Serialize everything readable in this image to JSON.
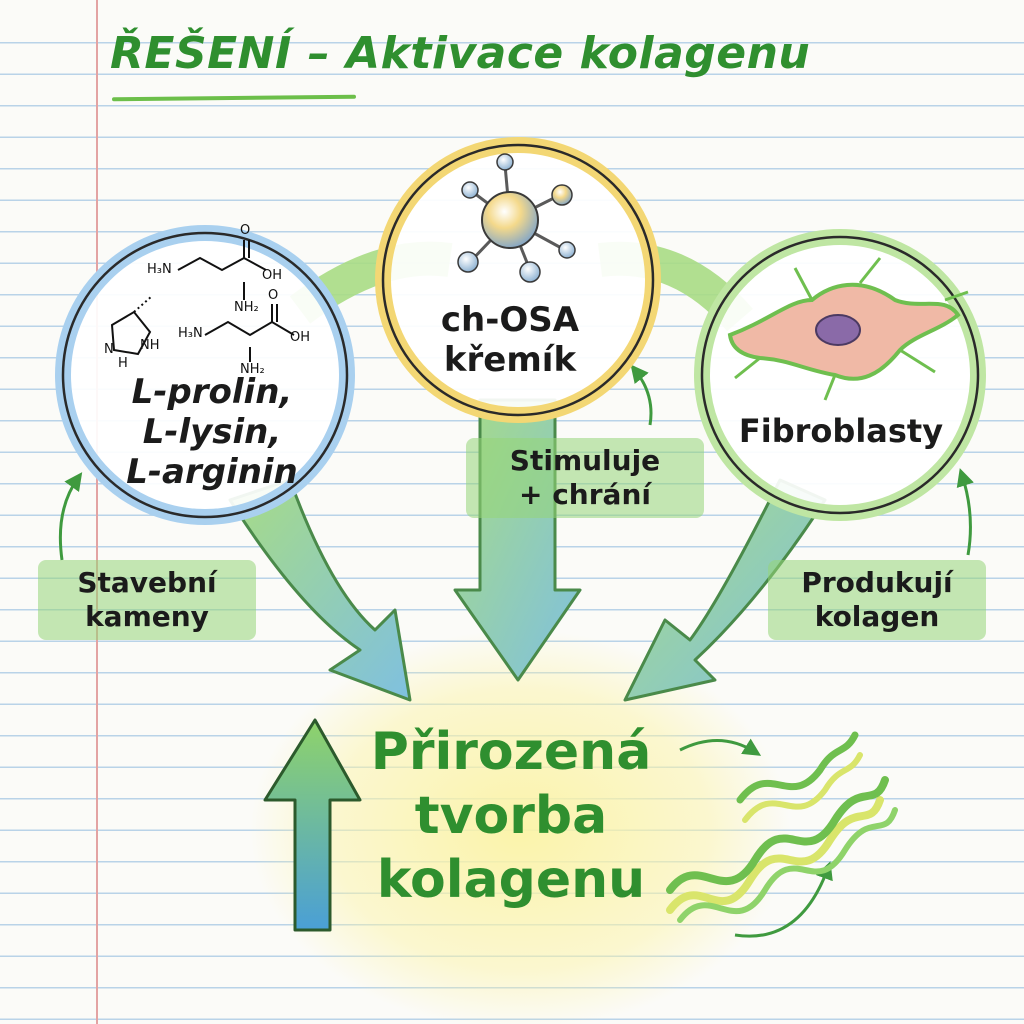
{
  "title": "ŘEŠENÍ – Aktivace kolagenu",
  "nodes": {
    "amino": {
      "lines": [
        "L-prolin,",
        "L-lysin,",
        "L-arginin"
      ]
    },
    "silicon": {
      "lines": [
        "ch-OSA",
        "křemík"
      ]
    },
    "fibro": {
      "label": "Fibroblasty"
    }
  },
  "tags": {
    "amino": {
      "lines": [
        "Stavební",
        "kameny"
      ]
    },
    "silicon": {
      "lines": [
        "Stimuluje",
        "+ chrání"
      ]
    },
    "fibro": {
      "lines": [
        "Produkují",
        "kolagen"
      ]
    }
  },
  "center": {
    "lines": [
      "Přirozená",
      "tvorba",
      "kolagenu"
    ]
  },
  "chem": {
    "h3n_1": "H₃N",
    "oh_1": "OH",
    "nh2_1": "NH₂",
    "o_1": "O",
    "h3n_2": "H₃N",
    "oh_2": "OH",
    "nh2_2": "NH₂",
    "o_2": "O",
    "nh": "NH",
    "n": "N",
    "h": "H"
  },
  "colors": {
    "title_green": "#2f8f2f",
    "arrow_green": "#8fd36a",
    "arrow_blue": "#7fb7e0",
    "circle_blue": "#a9d0ef",
    "circle_yellow": "#f3d774",
    "circle_green": "#bfe6a3",
    "highlight": "#fbf3a6"
  }
}
